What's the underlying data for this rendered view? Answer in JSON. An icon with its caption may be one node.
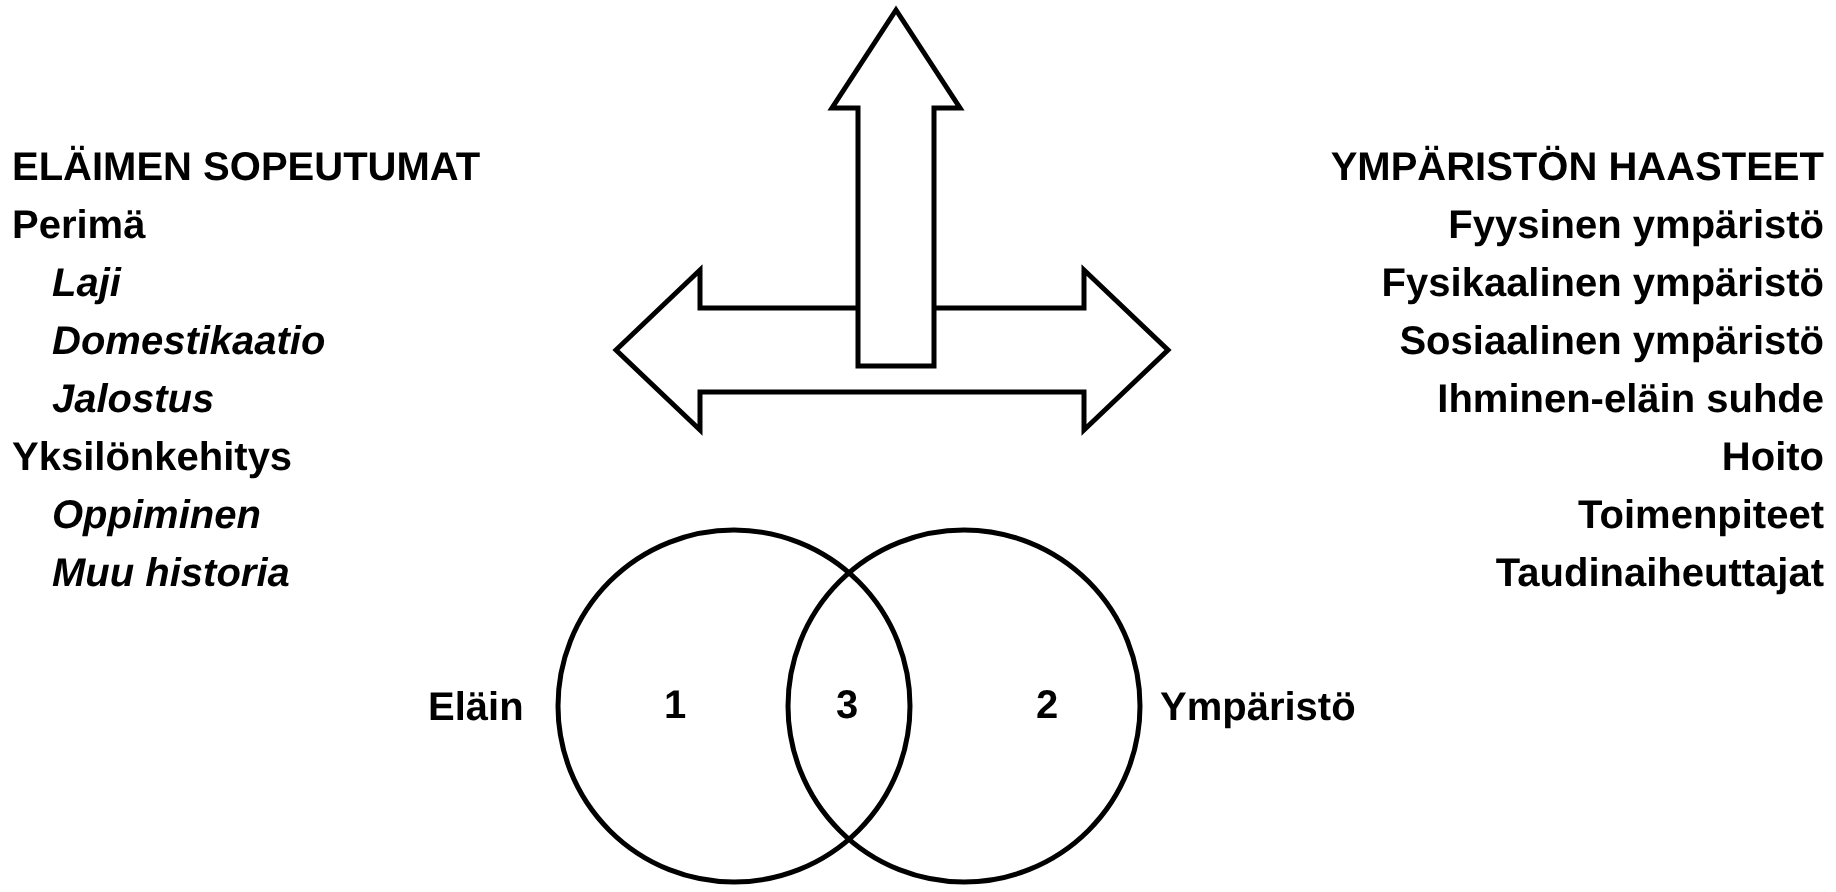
{
  "diagram": {
    "nodes": [
      {
        "text": [
          "ELÄIMEN SOPEUTUMAT",
          "Perimä",
          "Laji",
          "Domestikaatio",
          "Jalostus",
          "Yksilönkehitys",
          "Oppiminen",
          "Muu historia"
        ]
      },
      {
        "text": [
          "YMPÄRISTÖN HAASTEET",
          "Fyysinen ympäristö",
          "Fysikaalinen ympäristö",
          "Sosiaalinen ympäristö",
          "Ihminen-eläin suhde",
          "Hoito",
          "Toimenpiteet",
          "Taudinaiheuttajat"
        ]
      },
      {
        "text": [
          "1"
        ],
        "beside": [
          "Eläin"
        ]
      },
      {
        "text": [
          "2"
        ],
        "beside": [
          "Ympäristö"
        ]
      }
    ],
    "edges": [
      {
        "from": 0,
        "to": 1,
        "arrow": "both"
      }
    ],
    "labels": [
      "3"
    ]
  }
}
